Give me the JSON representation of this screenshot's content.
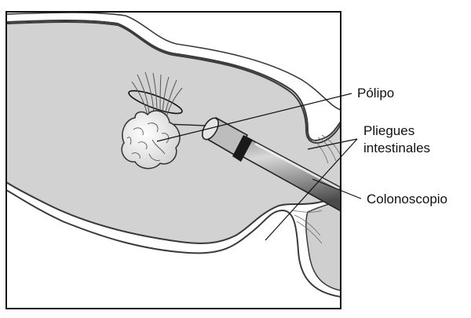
{
  "labels": {
    "polyp": "Pólipo",
    "folds_line1": "Pliegues",
    "folds_line2": "intestinales",
    "colonoscope": "Colonoscopio"
  },
  "colors": {
    "lumen": "#d2d2d2",
    "tissue": "#b8b8b8",
    "wall_outline": "#3a3a3a",
    "scope_dark": "#555555",
    "scope_light": "#c9c9c9",
    "polyp_fill": "#f2f2f2"
  }
}
